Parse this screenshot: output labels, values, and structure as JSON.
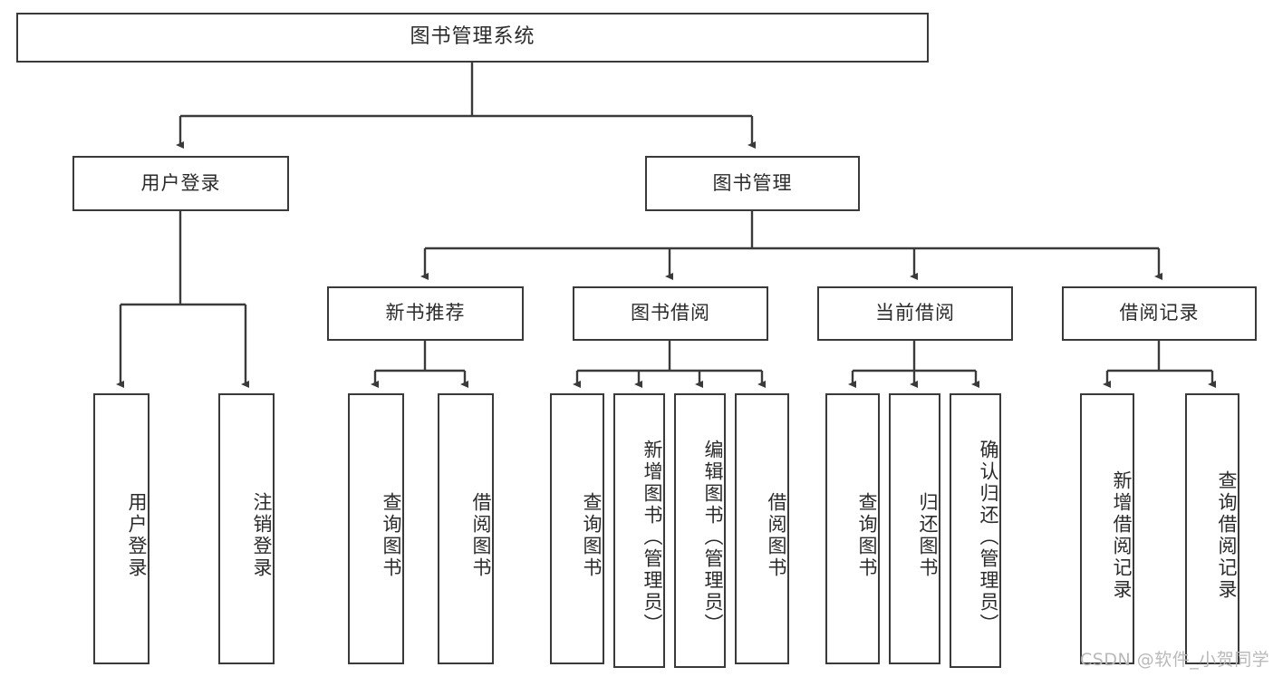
{
  "diagram": {
    "title": "图书管理系统",
    "type": "hierarchy-tree",
    "line_color": "#3a3a3a",
    "text_color": "#2b2b2b",
    "background": "#ffffff",
    "levels": 4
  },
  "root": {
    "label": "图书管理系统"
  },
  "level2": [
    {
      "label": "用户登录"
    },
    {
      "label": "图书管理"
    }
  ],
  "level3": [
    {
      "label": "新书推荐"
    },
    {
      "label": "图书借阅"
    },
    {
      "label": "当前借阅"
    },
    {
      "label": "借阅记录"
    }
  ],
  "leaves": {
    "user_login": [
      {
        "label": "用户登录"
      },
      {
        "label": "注销登录"
      }
    ],
    "new_book_recommend": [
      {
        "label": "查询图书"
      },
      {
        "label": "借阅图书"
      }
    ],
    "book_borrow": [
      {
        "label": "查询图书"
      },
      {
        "label": "新增图书（管理员）"
      },
      {
        "label": "编辑图书（管理员）"
      },
      {
        "label": "借阅图书"
      }
    ],
    "current_borrow": [
      {
        "label": "查询图书"
      },
      {
        "label": "归还图书"
      },
      {
        "label": "确认归还（管理员）"
      }
    ],
    "borrow_record": [
      {
        "label": "新增借阅记录"
      },
      {
        "label": "查询借阅记录"
      }
    ]
  },
  "watermark": {
    "text": "CSDN @软件_小贺同学"
  }
}
